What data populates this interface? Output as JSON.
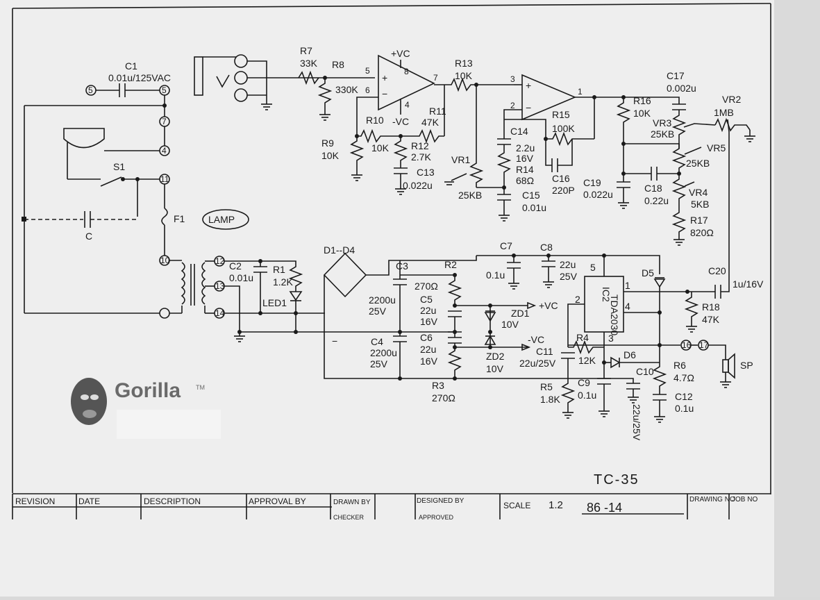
{
  "title_block": {
    "revision": "REVISION",
    "date": "DATE",
    "description": "DESCRIPTION",
    "approval_by": "APPROVAL BY",
    "drawn_by": "DRAWN BY",
    "checker": "CHECKER",
    "designed_by": "DESIGNED BY",
    "approved": "APPROVED",
    "scale_label": "SCALE",
    "scale_value": "1.2",
    "drawing_number": "86   -14",
    "drawing_no": "DRAWING NO",
    "job_no": "JOB NO",
    "model": "TC-35"
  },
  "logo": {
    "text": "Gorilla",
    "tm": "TM"
  },
  "components": {
    "c1": "C1",
    "c1_val": "0.01u/125VAC",
    "s1": "S1",
    "f1": "F1",
    "c": "C",
    "note": "LAMP",
    "r7": "R7",
    "r7_val": "33K",
    "r8": "R8",
    "r8_val": "330K",
    "r9": "R9",
    "r9_val": "10K",
    "r10": "R10",
    "r10_val": "10K",
    "r11": "R11",
    "r11_val": "47K",
    "r12": "R12",
    "r12_val": "2.7K",
    "c13": "C13",
    "c13_val": "0.022u",
    "vc_pos": "+VC",
    "vc_neg": "-VC",
    "pin5": "5",
    "pin8": "8",
    "pin6": "6",
    "pin4": "4",
    "pin7": "7",
    "r13": "R13",
    "r13_val": "10K",
    "vr1": "VR1",
    "vr1_val": "25KB",
    "c14": "C14",
    "c14_val1": "2.2u",
    "c14_val2": "16V",
    "r14": "R14",
    "r14_val": "68Ω",
    "c15": "C15",
    "c15_val": "0.01u",
    "r15": "R15",
    "r15_val": "100K",
    "c16": "C16",
    "c16_val": "220P",
    "pin3": "3",
    "pin2": "2",
    "pin1": "1",
    "r16": "R16",
    "r16_val": "10K",
    "c17": "C17",
    "c17_val": "0.002u",
    "vr2": "VR2",
    "vr2_val": "1MB",
    "vr3": "VR3",
    "vr3_val": "25KB",
    "vr5": "VR5",
    "vr5_val": "25KB",
    "vr4": "VR4",
    "vr4_val": "5KB",
    "c19": "C19",
    "c19_val": "0.022u",
    "c18": "C18",
    "c18_val": "0.22u",
    "r17": "R17",
    "r17_val": "820Ω",
    "c2": "C2",
    "c2_val": "0.01u",
    "r1": "R1",
    "r1_val": "1.2K",
    "led1": "LED1",
    "d1d4": "D1--D4",
    "c3": "C3",
    "c3_val1": "2200u",
    "c3_val2": "25V",
    "c4": "C4",
    "c4_val1": "2200u",
    "c4_val2": "25V",
    "r2": "R2",
    "r2_val": "270Ω",
    "r3": "R3",
    "r3_val": "270Ω",
    "c5": "C5",
    "c5_val1": "22u",
    "c5_val2": "16V",
    "c6": "C6",
    "c6_val1": "22u",
    "c6_val2": "16V",
    "zd1": "ZD1",
    "zd1_val": "10V",
    "zd2": "ZD2",
    "zd2_val": "10V",
    "vcp": "+VC",
    "vcn": "-VC",
    "c7": "C7",
    "c7_val": "0.1u",
    "c8": "C8",
    "c8_val1": "22u",
    "c8_val2": "25V",
    "ic2": "IC2",
    "ic2_part": "TDA2030",
    "ic_pin5": "5",
    "ic_pin1": "1",
    "ic_pin2": "2",
    "ic_pin4": "4",
    "ic_pin3": "3",
    "d5": "D5",
    "d6": "D6",
    "c20": "C20",
    "c20_val": "1u/16V",
    "r18": "R18",
    "r18_val": "47K",
    "c11": "C11",
    "c11_val": "22u/25V",
    "r4": "R4",
    "r4_val": "12K",
    "r5": "R5",
    "r5_val": "1.8K",
    "c9": "C9",
    "c9_val": "0.1u",
    "c10": "C10",
    "c10_val": "22u/25V",
    "r6": "R6",
    "r6_val": "4.7Ω",
    "c12": "C12",
    "c12_val": "0.1u",
    "sp": "SP",
    "t5": "5",
    "t5b": "5",
    "t7": "7",
    "t4": "4",
    "t11": "11",
    "t10": "10",
    "t12": "12",
    "t13": "13",
    "t14": "14",
    "t16": "16",
    "t17": "17"
  }
}
